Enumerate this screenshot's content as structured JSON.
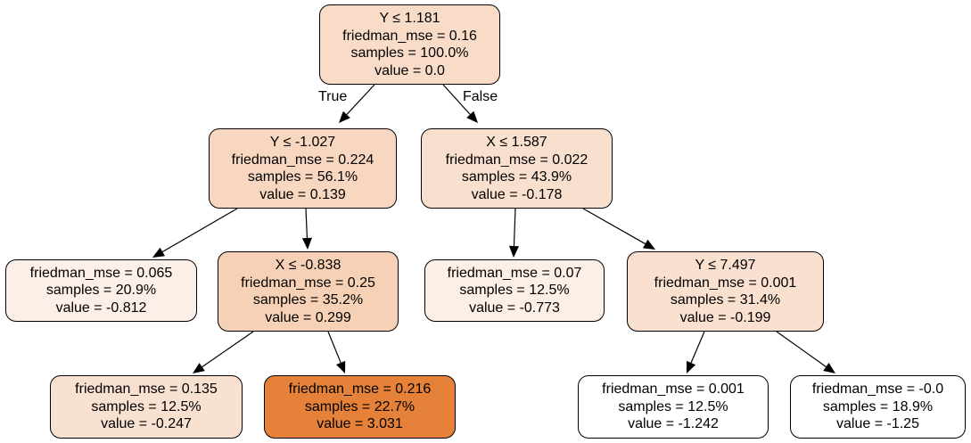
{
  "tree": {
    "nodes": {
      "n0": {
        "split": "Y ≤ 1.181",
        "mse": "friedman_mse = 0.16",
        "samples": "samples = 100.0%",
        "value": "value = 0.0",
        "fill": "#f8dcc8"
      },
      "n1": {
        "split": "Y ≤ -1.027",
        "mse": "friedman_mse = 0.224",
        "samples": "samples = 56.1%",
        "value": "value = 0.139",
        "fill": "#f7d7c0"
      },
      "n2": {
        "split": "X ≤ 1.587",
        "mse": "friedman_mse = 0.022",
        "samples": "samples = 43.9%",
        "value": "value = -0.178",
        "fill": "#f9e0ce"
      },
      "n3": {
        "mse": "friedman_mse = 0.065",
        "samples": "samples = 20.9%",
        "value": "value = -0.812",
        "fill": "#fcefe7"
      },
      "n4": {
        "split": "X ≤ -0.838",
        "mse": "friedman_mse = 0.25",
        "samples": "samples = 35.2%",
        "value": "value = 0.299",
        "fill": "#f6d1b6"
      },
      "n5": {
        "mse": "friedman_mse = 0.07",
        "samples": "samples = 12.5%",
        "value": "value = -0.773",
        "fill": "#fcefe6"
      },
      "n6": {
        "split": "Y ≤ 7.497",
        "mse": "friedman_mse = 0.001",
        "samples": "samples = 31.4%",
        "value": "value = -0.199",
        "fill": "#f9e0cf"
      },
      "n7": {
        "mse": "friedman_mse = 0.135",
        "samples": "samples = 12.5%",
        "value": "value = -0.247",
        "fill": "#f9e1d1"
      },
      "n8": {
        "mse": "friedman_mse = 0.216",
        "samples": "samples = 22.7%",
        "value": "value = 3.031",
        "fill": "#e58139"
      },
      "n9": {
        "mse": "friedman_mse = 0.001",
        "samples": "samples = 12.5%",
        "value": "value = -1.242",
        "fill": "#ffffff"
      },
      "n10": {
        "mse": "friedman_mse = -0.0",
        "samples": "samples = 18.9%",
        "value": "value = -1.25",
        "fill": "#ffffff"
      }
    },
    "edges": [
      {
        "from": "n0",
        "to": "n1"
      },
      {
        "from": "n0",
        "to": "n2"
      },
      {
        "from": "n1",
        "to": "n3"
      },
      {
        "from": "n1",
        "to": "n4"
      },
      {
        "from": "n2",
        "to": "n5"
      },
      {
        "from": "n2",
        "to": "n6"
      },
      {
        "from": "n4",
        "to": "n7"
      },
      {
        "from": "n4",
        "to": "n8"
      },
      {
        "from": "n6",
        "to": "n9"
      },
      {
        "from": "n6",
        "to": "n10"
      }
    ],
    "edge_labels": {
      "true_label": "True",
      "false_label": "False"
    }
  }
}
